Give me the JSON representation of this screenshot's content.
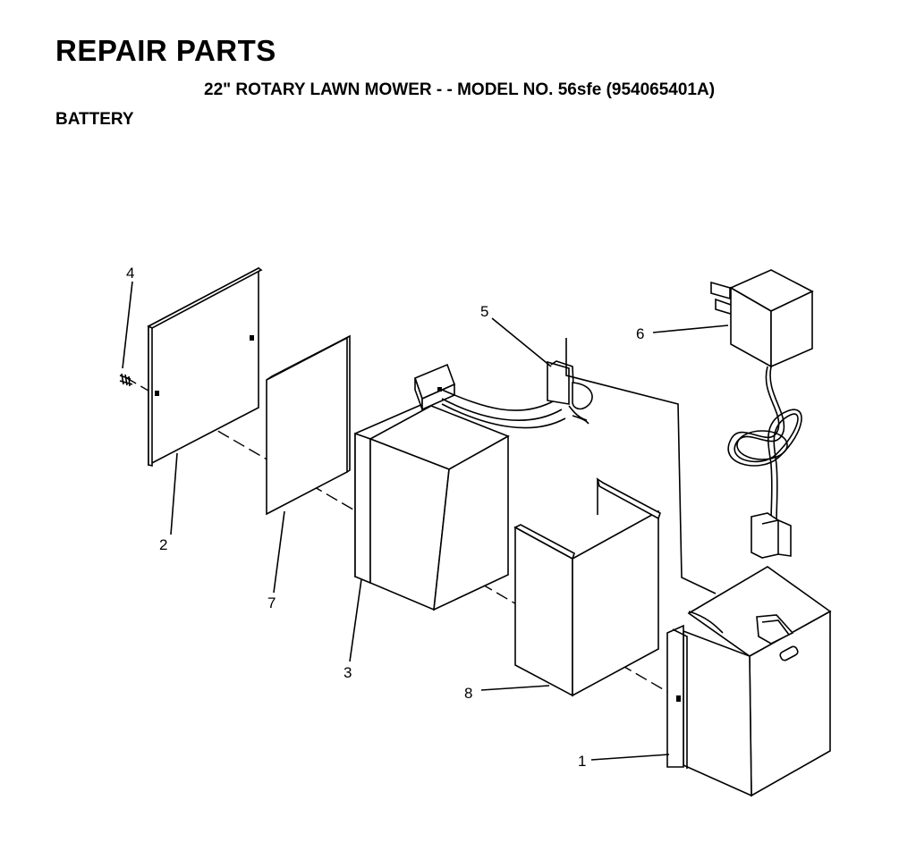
{
  "header": {
    "title": "REPAIR PARTS",
    "subtitle": "22\" ROTARY LAWN MOWER - - MODEL NO. 56sfe (954065401A)",
    "section": "BATTERY"
  },
  "callouts": [
    "1",
    "2",
    "3",
    "4",
    "5",
    "6",
    "7",
    "8"
  ]
}
